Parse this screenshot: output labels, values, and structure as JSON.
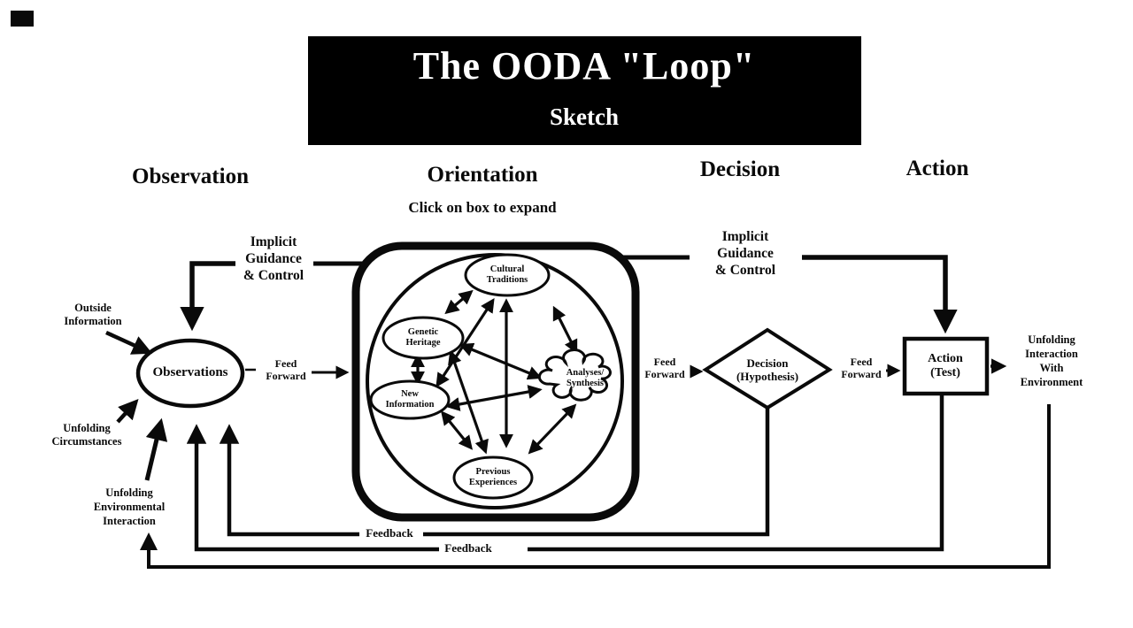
{
  "title": {
    "line1": "The OODA \"Loop\"",
    "line2": "Sketch"
  },
  "headers": {
    "observation": "Observation",
    "orientation": "Orientation",
    "decision": "Decision",
    "action": "Action"
  },
  "hint": "Click on box to expand",
  "nodes": {
    "observations": "Observations",
    "decision": "Decision\n(Hypothesis)",
    "action": "Action\n(Test)",
    "cultural_traditions": "Cultural\nTraditions",
    "genetic_heritage": "Genetic\nHeritage",
    "new_information": "New\nInformation",
    "analyses_synthesis": "Analyses/\nSynthesis",
    "previous_experiences": "Previous\nExperiences"
  },
  "inputs": {
    "outside_information": "Outside\nInformation",
    "unfolding_circumstances": "Unfolding\nCircumstances",
    "unfolding_environmental": "Unfolding\nEnvironmental\nInteraction",
    "unfolding_interaction": "Unfolding\nInteraction\nWith\nEnvironment"
  },
  "flow_labels": {
    "implicit_left": "Implicit\nGuidance\n& Control",
    "implicit_right": "Implicit\nGuidance\n& Control",
    "feed_forward_1": "Feed\nForward",
    "feed_forward_2": "Feed\nForward",
    "feed_forward_3": "Feed\nForward",
    "feedback_1": "Feedback",
    "feedback_2": "Feedback"
  },
  "colors": {
    "ink": "#0a0a0a",
    "background": "#ffffff",
    "banner_bg": "#000000",
    "banner_text": "#ffffff"
  }
}
